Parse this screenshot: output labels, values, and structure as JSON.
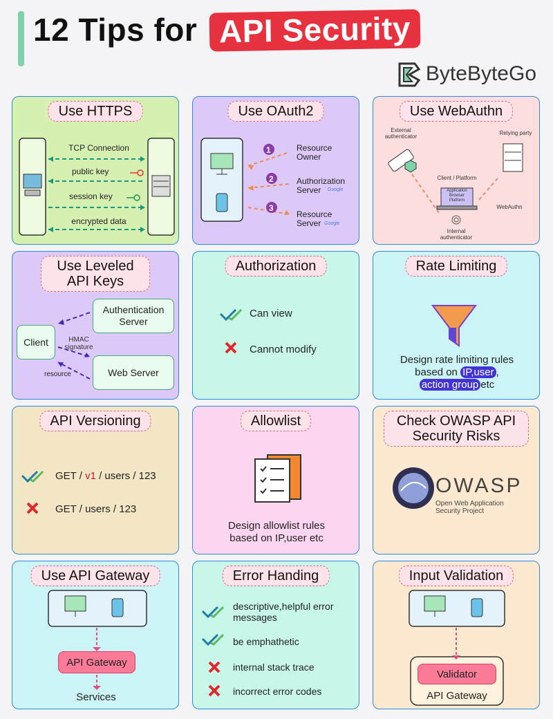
{
  "header": {
    "title_prefix": "12 Tips for",
    "title_highlight": "API Security",
    "brand": "ByteByteGo"
  },
  "cards": {
    "https": {
      "title": "Use HTTPS",
      "labels": [
        "TCP Connection",
        "public key",
        "session key",
        "encrypted data"
      ]
    },
    "oauth": {
      "title": "Use OAuth2",
      "labels": [
        "Resource Owner",
        "Authorization Server",
        "Resource Server"
      ],
      "steps": [
        "1",
        "2",
        "3"
      ],
      "google": "Google"
    },
    "webauthn": {
      "title": "Use WebAuthn",
      "external": "External authenticator",
      "relying": "Relying party",
      "client": "Client / Platform",
      "screen": "Application Browser Platform",
      "internal": "Internal authenticator",
      "webauthn": "WebAuthn"
    },
    "leveled": {
      "title": "Use Leveled API Keys",
      "auth_server": "Authentication Server",
      "client": "Client",
      "hmac": "HMAC signature",
      "resource": "resource",
      "web_server": "Web Server"
    },
    "authorization": {
      "title": "Authorization",
      "can": "Can view",
      "cannot": "Cannot modify"
    },
    "rate": {
      "title": "Rate Limiting",
      "line1": "Design rate limiting rules",
      "line2_pre": "based on",
      "line2_mark": "IP,user",
      "line2_post": ",",
      "line3_mark": "action group",
      "line3_post": "etc"
    },
    "versioning": {
      "title": "API Versioning",
      "good_pre": "GET /",
      "good_ver": "v1",
      "good_post": "/ users / 123",
      "bad": "GET / users / 123"
    },
    "allowlist": {
      "title": "Allowlist",
      "line1": "Design allowlist rules",
      "line2": "based on IP,user etc"
    },
    "owasp": {
      "title": "Check OWASP API Security Risks",
      "logo": "OWASP",
      "sub1": "Open Web Application",
      "sub2": "Security Project"
    },
    "gateway": {
      "title": "Use API Gateway",
      "box": "API Gateway",
      "services": "Services"
    },
    "errors": {
      "title": "Error Handing",
      "items": [
        "descriptive,helpful error messages",
        "be emphathetic",
        "internal stack trace",
        "incorrect error codes"
      ]
    },
    "validation": {
      "title": "Input Validation",
      "box": "Validator",
      "gateway": "API Gateway"
    }
  },
  "colors": {
    "green": "#d6f0b2",
    "purple": "#dcc9f7",
    "pink": "#fddede",
    "teal": "#c8f7ea",
    "cyan": "#ccf4f7",
    "sand": "#f3e6c4",
    "rose": "#fcd6f1",
    "peach": "#fde9cf",
    "accent_red": "#e8313f"
  }
}
